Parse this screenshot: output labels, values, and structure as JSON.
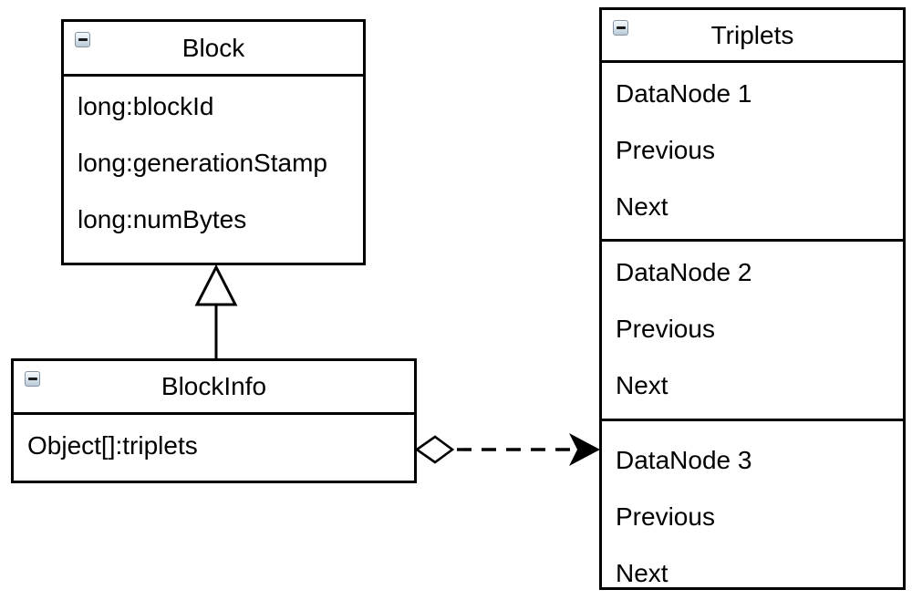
{
  "colors": {
    "line": "#000000",
    "background": "#ffffff",
    "text": "#000000",
    "collapse_border": "#8494a4",
    "collapse_top": "#f6f9fc",
    "collapse_bottom": "#b9c9d6"
  },
  "classes": {
    "block": {
      "title": "Block",
      "fields": [
        "long:blockId",
        "long:generationStamp",
        "long:numBytes"
      ]
    },
    "blockInfo": {
      "title": "BlockInfo",
      "fields": [
        "Object[]:triplets"
      ]
    },
    "triplets": {
      "title": "Triplets",
      "sections": [
        [
          "DataNode 1",
          "Previous",
          "Next"
        ],
        [
          "DataNode 2",
          "Previous",
          "Next"
        ],
        [
          "DataNode 3",
          "Previous",
          "Next"
        ]
      ]
    }
  },
  "icons": {
    "collapse": "minus-icon"
  },
  "connectors": {
    "generalization": "hollow-triangle-solid-line",
    "aggregation": "hollow-diamond-dashed-line-filled-arrow"
  }
}
